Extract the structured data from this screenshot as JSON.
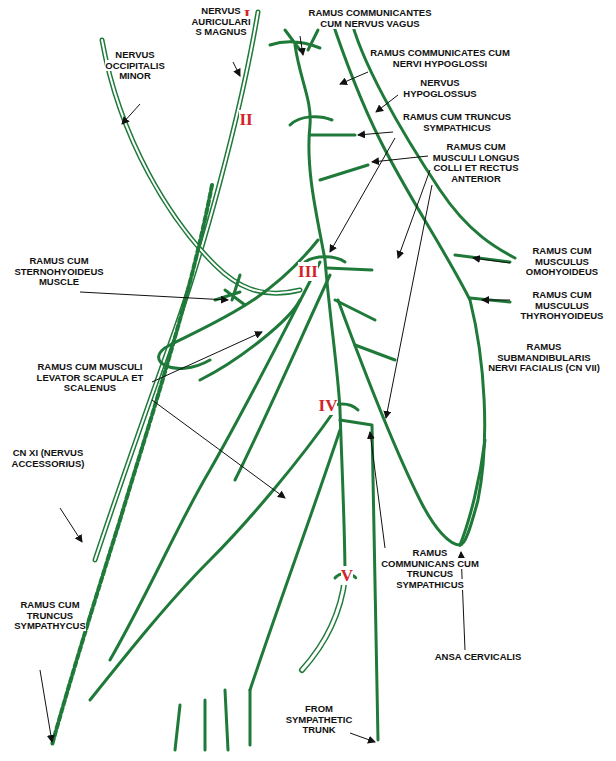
{
  "diagram": {
    "labels": [
      "I",
      "RAMUS COMMUNICANTES CUM NERVUS VAGUS",
      "NERVUS AURICULARIS MAGNUS",
      "NERVUS OCCIPITALIS MINOR",
      "RAMUS COMMUNICATES CUM NERVI HYPOGLOSSI",
      "II",
      "NERVUS HYPOGLOSSUS",
      "RAMUS CUM TRUNCUS SYMPATHICUS",
      "RAMUS CUM MUSCULI LONGUS COLLI ET RECTUS ANTERIOR",
      "RAMUS CUM STERNOHYOIDEUS MUSCLE",
      "III",
      "RAMUS CUM MUSCULUS OMOHYOIDEUS",
      "RAMUS CUM MUSCULUS THYROHYOIDEUS",
      "RAMUS SUBMANDIBULARIS NERVI FACIALIS (CN VII)",
      "RAMUS CUM MUSCULI LEVATOR SCAPULA ET SCALENUS",
      "IV",
      "CN XI (NERVUS ACCESSORIUS)",
      "V",
      "RAMUS COMMUNICANS CUM TRUNCUS SYMPATHICUS",
      "ANSA CERVICALIS",
      "RAMUS CUM TRUNCUS SYMPATHYCUS",
      "FROM SYMPATHETIC TRUNK"
    ]
  }
}
